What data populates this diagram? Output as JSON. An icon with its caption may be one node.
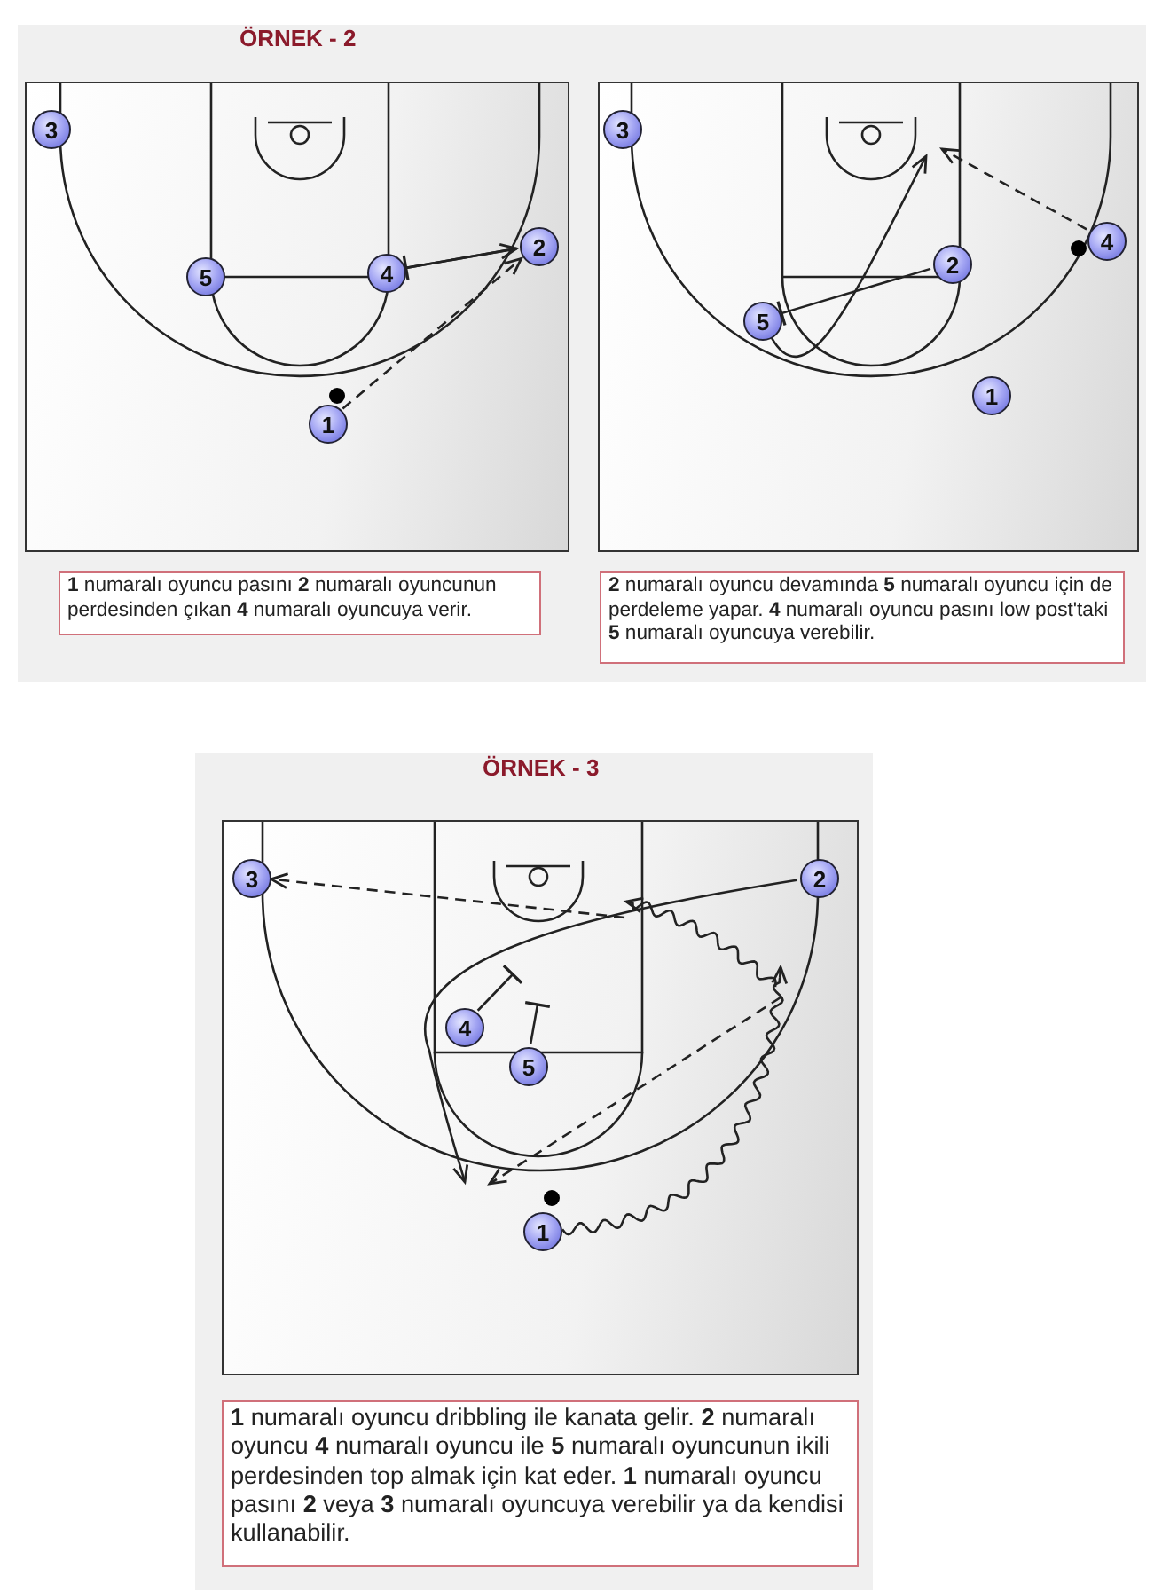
{
  "diagram": {
    "nodes": [
      {
        "text": [],
        "shape": "box"
      },
      {
        "text": [
          "3"
        ],
        "in": 0
      },
      {
        "text": [
          "2"
        ],
        "in": 0
      },
      {
        "text": [
          "5"
        ],
        "in": 0
      },
      {
        "text": [
          "4"
        ],
        "in": 0
      },
      {
        "text": [
          "1"
        ],
        "in": 0
      },
      {
        "text": [],
        "shape": "box"
      },
      {
        "text": [
          "3"
        ],
        "in": 6
      },
      {
        "text": [
          "4"
        ],
        "in": 6
      },
      {
        "text": [
          "2"
        ],
        "in": 6
      },
      {
        "text": [
          "5"
        ],
        "in": 6
      },
      {
        "text": [
          "1"
        ],
        "in": 6
      },
      {
        "text": [
          "**1** numaralı oyuncu pasını **2** numaralı oyuncunun perdesinden çıkan **4** numaralı oyuncuya verir."
        ]
      },
      {
        "text": [
          "**2** numaralı oyuncu devamında **5** numaralı oyuncu için de perdeleme yapar. **4** numaralı oyuncu pasını low post'taki **5** numaralı oyuncuya verebilir."
        ]
      },
      {
        "text": [],
        "shape": "box"
      },
      {
        "text": [
          "3"
        ],
        "in": 14
      },
      {
        "text": [
          "2"
        ],
        "in": 14
      },
      {
        "text": [
          "4"
        ],
        "in": 14
      },
      {
        "text": [
          "5"
        ],
        "in": 14
      },
      {
        "text": [
          "1"
        ],
        "in": 14
      },
      {
        "text": [
          "**1** numaralı oyuncu dribbling ile kanata gelir. **2** numaralı oyuncu **4** numaralı oyuncu ile **5** numaralı oyuncunun ikili perdesinden top almak için kat eder. **1** numaralı oyuncu pasını **2** veya **3** numaralı oyuncuya verebilir ya da kendisi kullanabilir."
        ]
      }
    ],
    "edges": [
      {
        "from": 2,
        "to": 4,
        "arrow": "other"
      },
      {
        "from": 4,
        "to": 2,
        "arrow": "to"
      },
      {
        "from": 5,
        "to": 2,
        "arrow": "to",
        "style": "dashed"
      },
      {
        "from": 9,
        "to": 10,
        "arrow": "other"
      },
      {
        "from": 10,
        "to": null,
        "arrow": "to"
      },
      {
        "from": 8,
        "to": null,
        "arrow": "to",
        "style": "dashed"
      },
      {
        "from": 19,
        "to": null,
        "arrow": "to"
      },
      {
        "from": 16,
        "to": null,
        "arrow": "to"
      },
      {
        "from": 17,
        "to": null,
        "arrow": "other"
      },
      {
        "from": 18,
        "to": null,
        "arrow": "other"
      },
      {
        "from": null,
        "to": 15,
        "arrow": "to",
        "style": "dashed"
      }
    ],
    "labels": [
      "ÖRNEK - 2",
      "ÖRNEK - 3"
    ]
  }
}
